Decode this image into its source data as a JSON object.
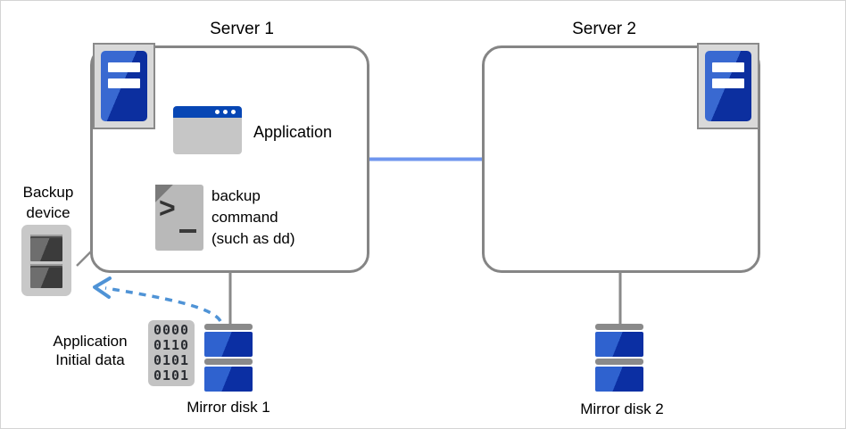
{
  "colors": {
    "link-blue": "#6f96ee",
    "arrow-blue": "#4f93d6",
    "box-border": "#858585",
    "line-gray": "#8a8a8a",
    "server-blue-light": "#3969d1",
    "server-blue-dark": "#0c2f9f",
    "titlebar-blue": "#0746b4",
    "disk-blue-light": "#2f62cf",
    "disk-blue-dark": "#0b2fa3",
    "icon-gray-dark": "#7a7a7a",
    "device-gray": "#c8c8c8",
    "frame-gray": "#d9d9d9"
  },
  "servers": {
    "server1": {
      "title": "Server 1"
    },
    "server2": {
      "title": "Server 2"
    }
  },
  "application": {
    "label": "Application"
  },
  "backup_command": {
    "prompt_glyph": ">",
    "lines": [
      "backup",
      "command",
      "(such as dd)"
    ]
  },
  "backup_device": {
    "lines": [
      "Backup",
      "device"
    ]
  },
  "initial_data": {
    "lines": [
      "Application",
      "Initial data"
    ],
    "binary_rows": [
      "0000",
      "0110",
      "0101",
      "0101"
    ]
  },
  "disks": {
    "disk1_label": "Mirror disk 1",
    "disk2_label": "Mirror disk 2"
  }
}
